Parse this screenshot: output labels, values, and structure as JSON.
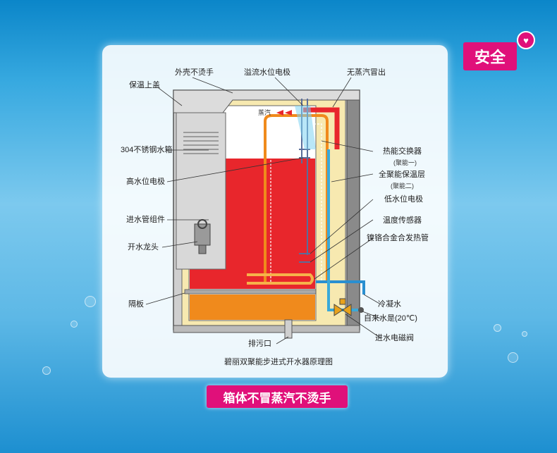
{
  "badge": {
    "label": "安全",
    "icon": "heart-icon"
  },
  "banner": {
    "label": "箱体不冒蒸汽不烫手"
  },
  "diagram": {
    "caption": "碧丽双聚能步进式开水器原理图",
    "labels": {
      "outer_shell": "外壳不烫手",
      "overflow_electrode": "溢流水位电极",
      "no_steam": "无蒸汽冒出",
      "insulation_lid": "保温上盖",
      "steam": "蒸汽",
      "tank_304": "304不锈钢水箱",
      "heat_exchanger": "热能交换器",
      "heat_exchanger_sub": "(聚能一)",
      "insulation_layer": "全聚能保温层",
      "insulation_layer_sub": "(聚能二)",
      "high_level_electrode": "高水位电极",
      "low_level_electrode": "低水位电极",
      "inlet_pipe": "进水管组件",
      "temp_sensor": "温度传感器",
      "heating_pipe": "镍铬合金合发热管",
      "faucet": "开水龙头",
      "partition": "隔板",
      "condensate": "冷凝水",
      "tap_water": "自来水是(20℃)",
      "drain": "排污口",
      "solenoid_valve": "进水电磁阀"
    }
  },
  "colors": {
    "accent": "#e0107a",
    "hot_water": "#e8262c",
    "warm_water": "#f08a1c",
    "insulation": "#f7e9b0",
    "cold_pipe": "#2a8fd0",
    "steel": "#c9c9c9"
  }
}
